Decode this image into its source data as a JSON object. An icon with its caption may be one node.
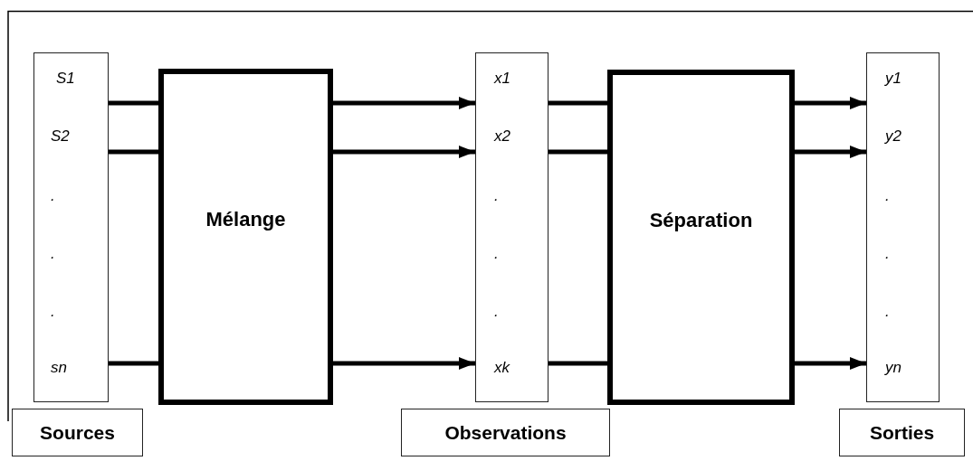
{
  "diagram": {
    "nodes": [
      {
        "text": [
          "S1",
          "S2",
          ".",
          ".",
          ".",
          "sn"
        ]
      },
      {
        "text": [
          "Sources"
        ]
      },
      {
        "text": [
          "Mélange"
        ]
      },
      {
        "text": [
          "x1",
          "x2",
          ".",
          ".",
          ".",
          "xk"
        ]
      },
      {
        "text": [
          "Observations"
        ]
      },
      {
        "text": [
          "Séparation"
        ]
      },
      {
        "text": [
          "y1",
          "y2",
          ".",
          ".",
          ".",
          "yn"
        ]
      },
      {
        "text": [
          "Sorties"
        ]
      }
    ],
    "edges": [
      {
        "from": 0,
        "to": 2,
        "arrow": "none"
      },
      {
        "from": 0,
        "to": 2,
        "arrow": "none"
      },
      {
        "from": 0,
        "to": 2,
        "arrow": "none"
      },
      {
        "from": 2,
        "to": 3,
        "arrow": "to"
      },
      {
        "from": 2,
        "to": 3,
        "arrow": "to"
      },
      {
        "from": 2,
        "to": 3,
        "arrow": "to"
      },
      {
        "from": 3,
        "to": 5,
        "arrow": "none"
      },
      {
        "from": 3,
        "to": 5,
        "arrow": "none"
      },
      {
        "from": 3,
        "to": 5,
        "arrow": "none"
      },
      {
        "from": 5,
        "to": 6,
        "arrow": "to"
      },
      {
        "from": 5,
        "to": 6,
        "arrow": "to"
      },
      {
        "from": 5,
        "to": 6,
        "arrow": "to"
      }
    ]
  }
}
